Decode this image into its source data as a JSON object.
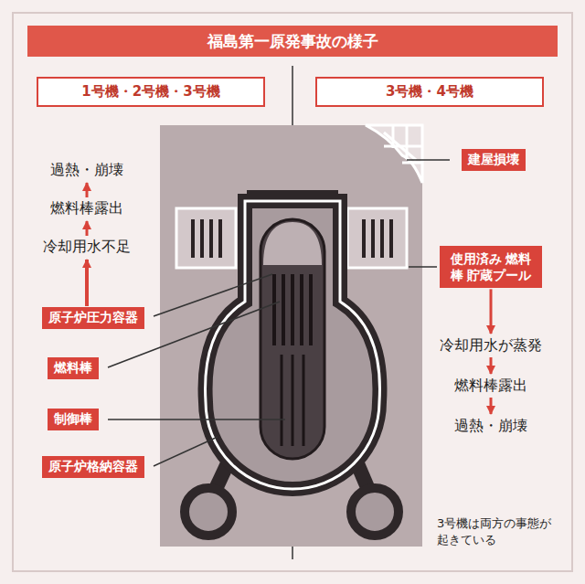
{
  "diagram": {
    "title": "福島第一原発事故の様子",
    "nodes": [
      {
        "text": [
          "1号機・2号機・3号機"
        ]
      },
      {
        "text": [
          "3号機・4号機"
        ]
      },
      {
        "text": [
          "過熱・崩壊"
        ]
      },
      {
        "text": [
          "燃料棒露出"
        ]
      },
      {
        "text": [
          "冷却用水不足"
        ]
      },
      {
        "text": [
          "原子炉圧力容器"
        ]
      },
      {
        "text": [
          "燃料棒"
        ]
      },
      {
        "text": [
          "制御棒"
        ]
      },
      {
        "text": [
          "原子炉格納容器"
        ]
      },
      {
        "text": [
          "建屋損壊"
        ]
      },
      {
        "text": [
          "使用済み 燃料棒 貯蔵プール"
        ]
      },
      {
        "text": [
          "冷却用水が蒸発"
        ]
      },
      {
        "text": [
          "燃料棒露出"
        ]
      },
      {
        "text": [
          "過熱・崩壊"
        ]
      }
    ],
    "edges": [
      {
        "from": 5,
        "to": 4,
        "arrow": "to"
      },
      {
        "from": 4,
        "to": 3,
        "arrow": "to"
      },
      {
        "from": 3,
        "to": 2,
        "arrow": "to"
      },
      {
        "from": 10,
        "to": 11,
        "arrow": "to"
      },
      {
        "from": 11,
        "to": 12,
        "arrow": "to"
      },
      {
        "from": 12,
        "to": 13,
        "arrow": "to"
      }
    ],
    "labels": [
      "3号機は両方の事態が起きている"
    ]
  }
}
